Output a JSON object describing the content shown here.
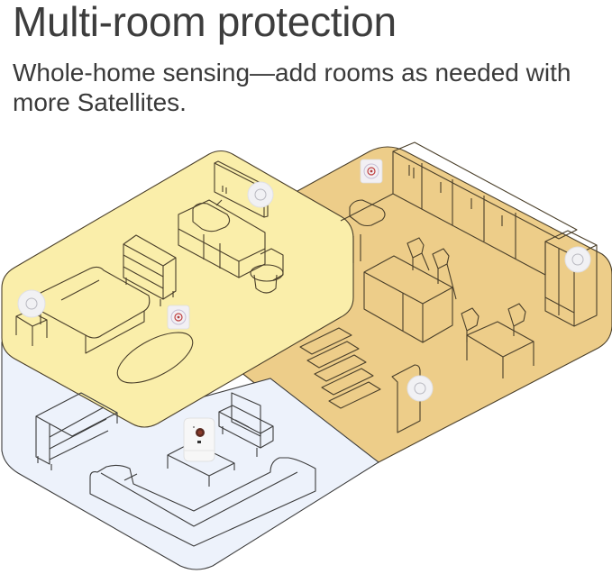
{
  "header": {
    "title": "Multi-room protection",
    "subtitle": "Whole-home sensing—add rooms as needed with more Satellites."
  },
  "illustration": {
    "rooms": [
      {
        "name": "bedroom-bathroom",
        "color": "#faeeaa"
      },
      {
        "name": "kitchen-dining",
        "color": "#edcd89"
      },
      {
        "name": "living-room",
        "color": "#edf2fb"
      }
    ],
    "outline_color": "#4a3f2a",
    "devices": [
      {
        "type": "satellite-ceiling",
        "room": "bathroom"
      },
      {
        "type": "satellite-ceiling",
        "room": "bedroom"
      },
      {
        "type": "satellite-wall",
        "room": "bedroom"
      },
      {
        "type": "satellite-wall",
        "room": "kitchen"
      },
      {
        "type": "satellite-ceiling",
        "room": "kitchen"
      },
      {
        "type": "satellite-ceiling",
        "room": "hallway"
      },
      {
        "type": "base-station-camera",
        "room": "living-room"
      }
    ]
  }
}
